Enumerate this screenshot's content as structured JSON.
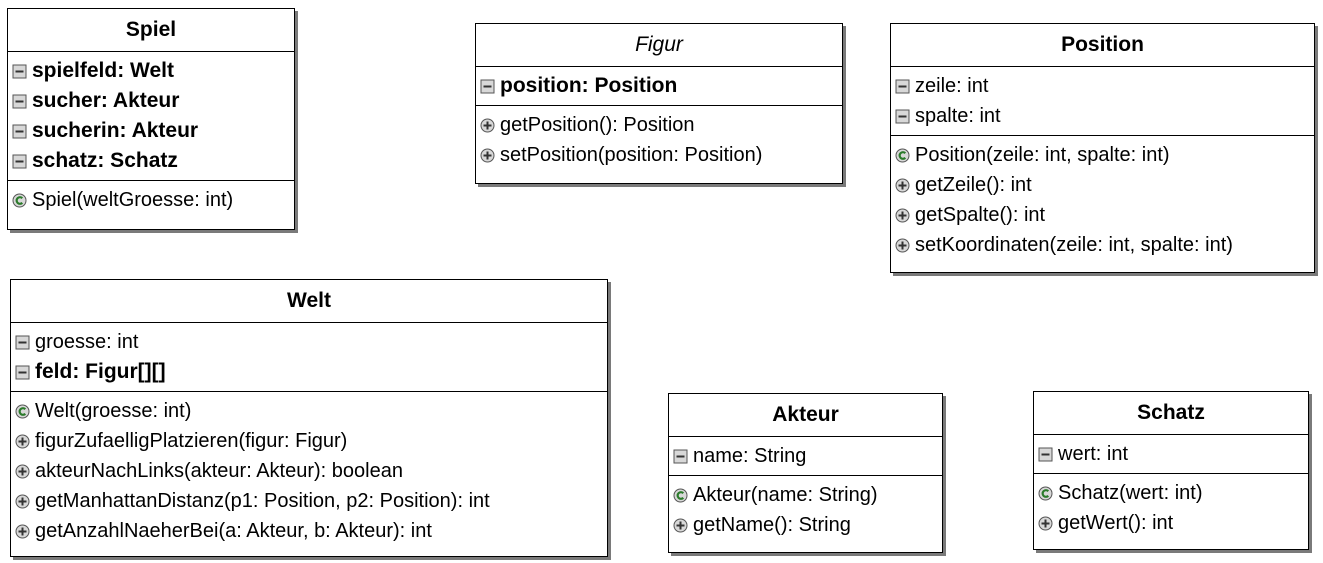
{
  "classes": {
    "spiel": {
      "name": "Spiel",
      "attributes": [
        {
          "text": "spielfeld: Welt",
          "icon": "private-field-icon"
        },
        {
          "text": "sucher: Akteur",
          "icon": "private-field-icon"
        },
        {
          "text": "sucherin: Akteur",
          "icon": "private-field-icon"
        },
        {
          "text": "schatz: Schatz",
          "icon": "private-field-icon"
        }
      ],
      "methods": [
        {
          "text": "Spiel(weltGroesse: int)",
          "icon": "constructor-icon"
        }
      ]
    },
    "figur": {
      "name": "Figur",
      "attributes": [
        {
          "text": "position: Position",
          "icon": "private-field-icon"
        }
      ],
      "methods": [
        {
          "text": "getPosition(): Position",
          "icon": "public-method-icon"
        },
        {
          "text": "setPosition(position: Position)",
          "icon": "public-method-icon"
        }
      ]
    },
    "position": {
      "name": "Position",
      "attributes": [
        {
          "text": "zeile: int",
          "icon": "private-field-icon"
        },
        {
          "text": "spalte: int",
          "icon": "private-field-icon"
        }
      ],
      "methods": [
        {
          "text": "Position(zeile: int, spalte: int)",
          "icon": "constructor-icon"
        },
        {
          "text": "getZeile(): int",
          "icon": "public-method-icon"
        },
        {
          "text": "getSpalte(): int",
          "icon": "public-method-icon"
        },
        {
          "text": "setKoordinaten(zeile: int, spalte: int)",
          "icon": "public-method-icon"
        }
      ]
    },
    "welt": {
      "name": "Welt",
      "attributes": [
        {
          "text": "groesse: int",
          "icon": "private-field-icon"
        },
        {
          "text": "feld: Figur[][]",
          "icon": "private-field-icon"
        }
      ],
      "methods": [
        {
          "text": "Welt(groesse: int)",
          "icon": "constructor-icon"
        },
        {
          "text": "figurZufaelligPlatzieren(figur: Figur)",
          "icon": "public-method-icon"
        },
        {
          "text": "akteurNachLinks(akteur: Akteur): boolean",
          "icon": "public-method-icon"
        },
        {
          "text": "getManhattanDistanz(p1: Position, p2: Position): int",
          "icon": "public-method-icon"
        },
        {
          "text": "getAnzahlNaeherBei(a: Akteur, b: Akteur): int",
          "icon": "public-method-icon"
        }
      ]
    },
    "akteur": {
      "name": "Akteur",
      "attributes": [
        {
          "text": "name: String",
          "icon": "private-field-icon"
        }
      ],
      "methods": [
        {
          "text": "Akteur(name: String)",
          "icon": "constructor-icon"
        },
        {
          "text": "getName(): String",
          "icon": "public-method-icon"
        }
      ]
    },
    "schatz": {
      "name": "Schatz",
      "attributes": [
        {
          "text": "wert: int",
          "icon": "private-field-icon"
        }
      ],
      "methods": [
        {
          "text": "Schatz(wert: int)",
          "icon": "constructor-icon"
        },
        {
          "text": "getWert(): int",
          "icon": "public-method-icon"
        }
      ]
    }
  }
}
